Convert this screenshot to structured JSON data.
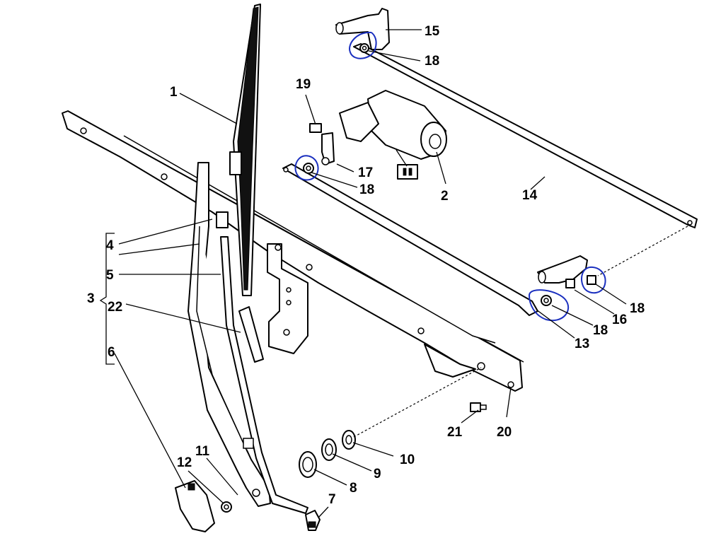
{
  "diagram": {
    "labels": {
      "p1": "1",
      "p2": "2",
      "p3": "3",
      "p4": "4",
      "p5": "5",
      "p6": "6",
      "p7": "7",
      "p8": "8",
      "p9": "9",
      "p10": "10",
      "p11": "11",
      "p12": "12",
      "p13": "13",
      "p14": "14",
      "p15": "15",
      "p16": "16",
      "p17": "17",
      "p18a": "18",
      "p18b": "18",
      "p18c": "18",
      "p18d": "18",
      "p19": "19",
      "p20": "20",
      "p21": "21",
      "p22": "22"
    },
    "highlight_color": "#1a2fbf",
    "line_color": "#000000"
  }
}
